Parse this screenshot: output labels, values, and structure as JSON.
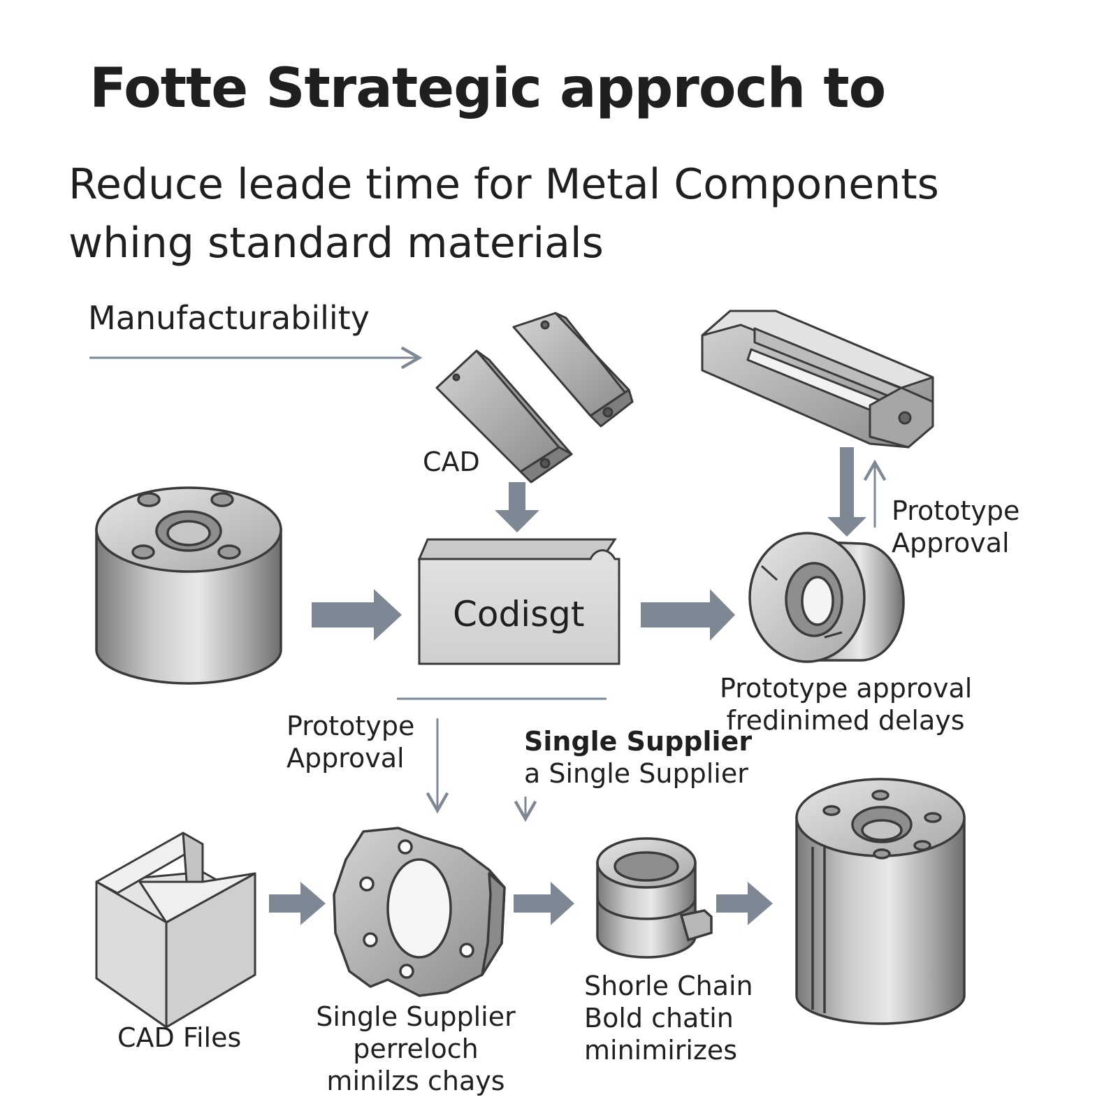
{
  "header": {
    "title": "Fotte Strategic approch to",
    "subtitle_line1": "Reduce leade time for Metal Components",
    "subtitle_line2": "whing standard materials"
  },
  "labels": {
    "manufacturability": "Manufacturability",
    "cad": "CAD",
    "center_box": "Codisgt",
    "prototype_approval_right_l1": "Prototype",
    "prototype_approval_right_l2": "Approval",
    "prototype_delays_l1": "Prototype approval",
    "prototype_delays_l2": "fredinimed delays",
    "prototype_approval_left_l1": "Prototype",
    "prototype_approval_left_l2": "Approval",
    "single_supplier_bold": "Single Supplier",
    "single_supplier_sub": "a Single Supplier",
    "cad_files": "CAD Files",
    "single_supplier_l1": "Single Supplier",
    "single_supplier_l2": "perreloch",
    "single_supplier_l3": "minilzs chays",
    "shorle_l1": "Shorle Chain",
    "shorle_l2": "Bold chatin",
    "shorle_l3": "minimirizes"
  },
  "colors": {
    "arrow": "#7d8894",
    "metal_dark": "#8a8a8a",
    "metal_mid": "#b4b4b4",
    "metal_light": "#dedede",
    "outline": "#3a3a3a"
  }
}
